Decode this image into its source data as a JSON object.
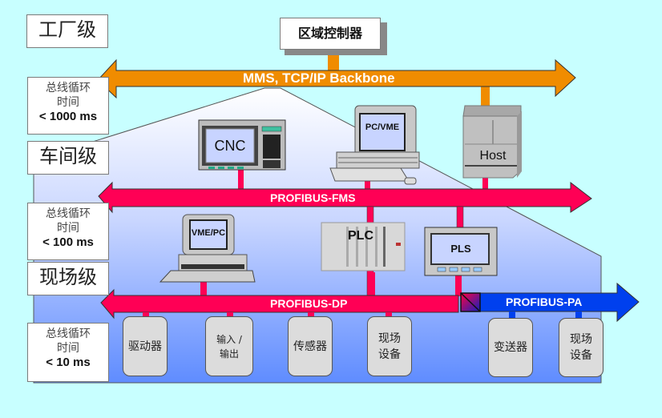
{
  "levels": {
    "factory": "工厂级",
    "workshop": "车间级",
    "field": "现场级"
  },
  "cycle_times": [
    {
      "line1": "总线循环",
      "line2": "时间",
      "value": "< 1000 ms"
    },
    {
      "line1": "总线循环",
      "line2": "时间",
      "value": "< 100 ms"
    },
    {
      "line1": "总线循环",
      "line2": "时间",
      "value": "< 10 ms"
    }
  ],
  "area_controller": "区域控制器",
  "buses": {
    "backbone": "MMS, TCP/IP Backbone",
    "fms": "PROFIBUS-FMS",
    "dp": "PROFIBUS-DP",
    "pa": "PROFIBUS-PA"
  },
  "workshop_devices": {
    "cnc": "CNC",
    "pcvme": "PC/VME",
    "host": "Host"
  },
  "cell_devices": {
    "vmepc": "VME/PC",
    "plc": "PLC",
    "pls": "PLS"
  },
  "dp_devices": [
    {
      "line1": "驱动器",
      "line2": ""
    },
    {
      "line1": "输入 /",
      "line2": "输出"
    },
    {
      "line1": "传感器",
      "line2": ""
    },
    {
      "line1": "现场",
      "line2": "设备"
    }
  ],
  "pa_devices": [
    {
      "line1": "变送器",
      "line2": ""
    },
    {
      "line1": "现场",
      "line2": "设备"
    }
  ],
  "colors": {
    "background": "#c8ffff",
    "backbone": "#f08c00",
    "fms_dp": "#ff0055",
    "pa": "#0040ee",
    "device_box": "#dcdcdc"
  }
}
